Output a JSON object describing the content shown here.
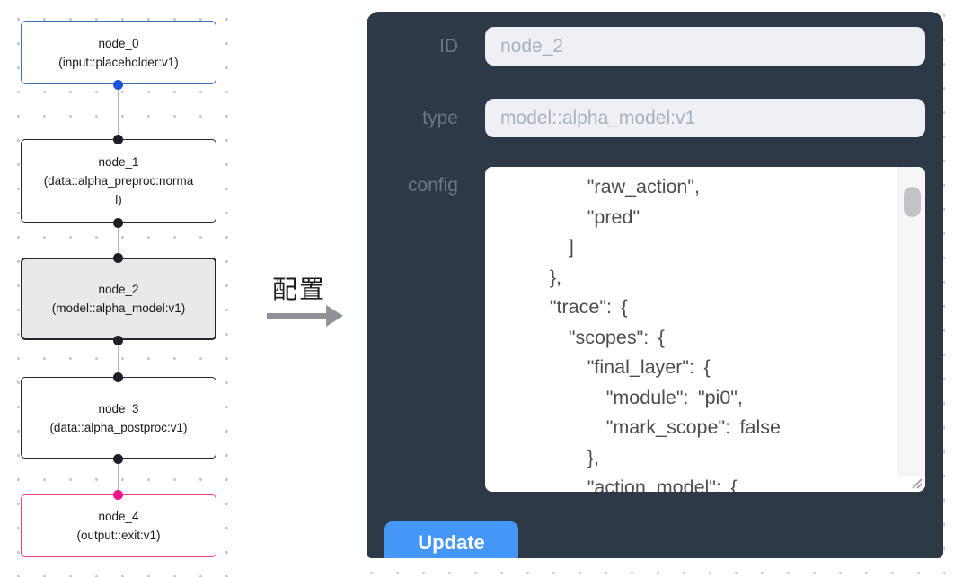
{
  "flow": {
    "nodes": [
      {
        "id": "node_0",
        "title": "node_0",
        "subtitle": "(input::placeholder:v1)",
        "kind": "input",
        "border_color": "#3a6cb8",
        "handle_color": "#1b55d8"
      },
      {
        "id": "node_1",
        "title": "node_1",
        "subtitle": "(data::alpha_preproc:normal)",
        "kind": "data",
        "border_color": "#23272f",
        "handle_color": "#1c2026"
      },
      {
        "id": "node_2",
        "title": "node_2",
        "subtitle": "(model::alpha_model:v1)",
        "kind": "model",
        "selected": true,
        "border_color": "#23272f",
        "handle_color": "#1c2026"
      },
      {
        "id": "node_3",
        "title": "node_3",
        "subtitle": "(data::alpha_postproc:v1)",
        "kind": "data",
        "border_color": "#23272f",
        "handle_color": "#1c2026"
      },
      {
        "id": "node_4",
        "title": "node_4",
        "subtitle": "(output::exit:v1)",
        "kind": "output",
        "border_color": "#ee3c87",
        "handle_color": "#f0168b"
      }
    ]
  },
  "arrow": {
    "label": "配置"
  },
  "panel": {
    "fields": [
      {
        "label": "ID",
        "value": "node_2"
      },
      {
        "label": "type",
        "value": "model::alpha_model:v1"
      }
    ],
    "config_label": "config",
    "config_lines": [
      "        \"raw_action\",",
      "        \"pred\"",
      "      ]",
      "    },",
      "    \"trace\": {",
      "      \"scopes\": {",
      "        \"final_layer\": {",
      "          \"module\": \"pi0\",",
      "          \"mark_scope\": false",
      "        },",
      "        \"action_model\": {"
    ],
    "update_label": "Update"
  },
  "colors": {
    "panel_bg": "#2e3947",
    "input_bg": "#eef0f5",
    "input_text": "#a9b0bd",
    "label_text": "#6d7687",
    "button_bg": "#4496f7",
    "selected_node_bg": "#e9e9ec",
    "edge": "#b5b6b9",
    "canvas_dot": "#c6c8cd"
  }
}
